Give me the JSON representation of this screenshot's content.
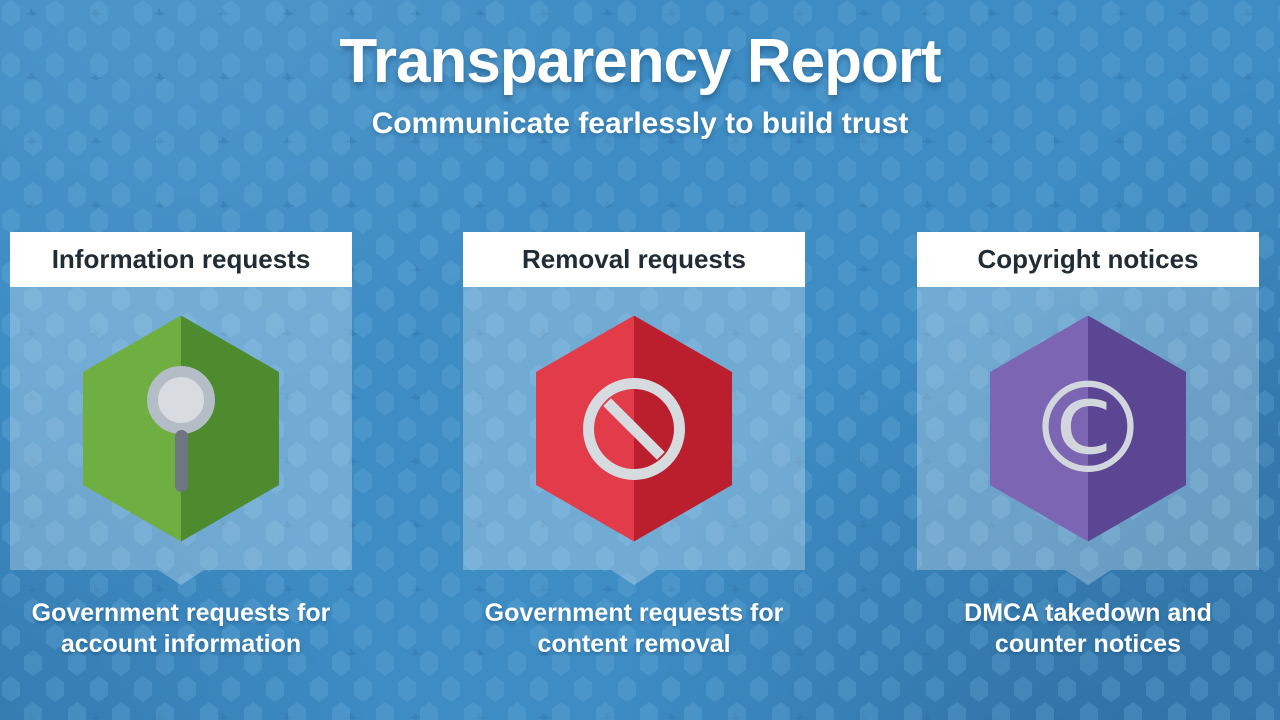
{
  "slide": {
    "title": "Transparency Report",
    "subtitle": "Communicate fearlessly to build trust"
  },
  "columns": [
    {
      "header": "Information requests",
      "caption_line1": "Government requests for",
      "caption_line2": "account information",
      "icon": "magnifier-icon",
      "hex_light": "#6fae41",
      "hex_dark": "#4e8a2e"
    },
    {
      "header": "Removal requests",
      "caption_line1": "Government requests for",
      "caption_line2": "content removal",
      "icon": "prohibition-icon",
      "hex_light": "#e23c4b",
      "hex_dark": "#bb1f2e"
    },
    {
      "header": "Copyright notices",
      "caption_line1": "DMCA takedown and",
      "caption_line2": "counter notices",
      "icon": "copyright-icon",
      "copyright_symbol": "©",
      "hex_light": "#7c65b2",
      "hex_dark": "#5b4694"
    }
  ],
  "colors": {
    "background": "#3d8cc4",
    "pattern_hex": "#6db1dd",
    "header_bar": "#ffffff",
    "header_text": "#222c35",
    "caption_text": "#ffffff",
    "icon_gray": "#d6dbe0"
  }
}
